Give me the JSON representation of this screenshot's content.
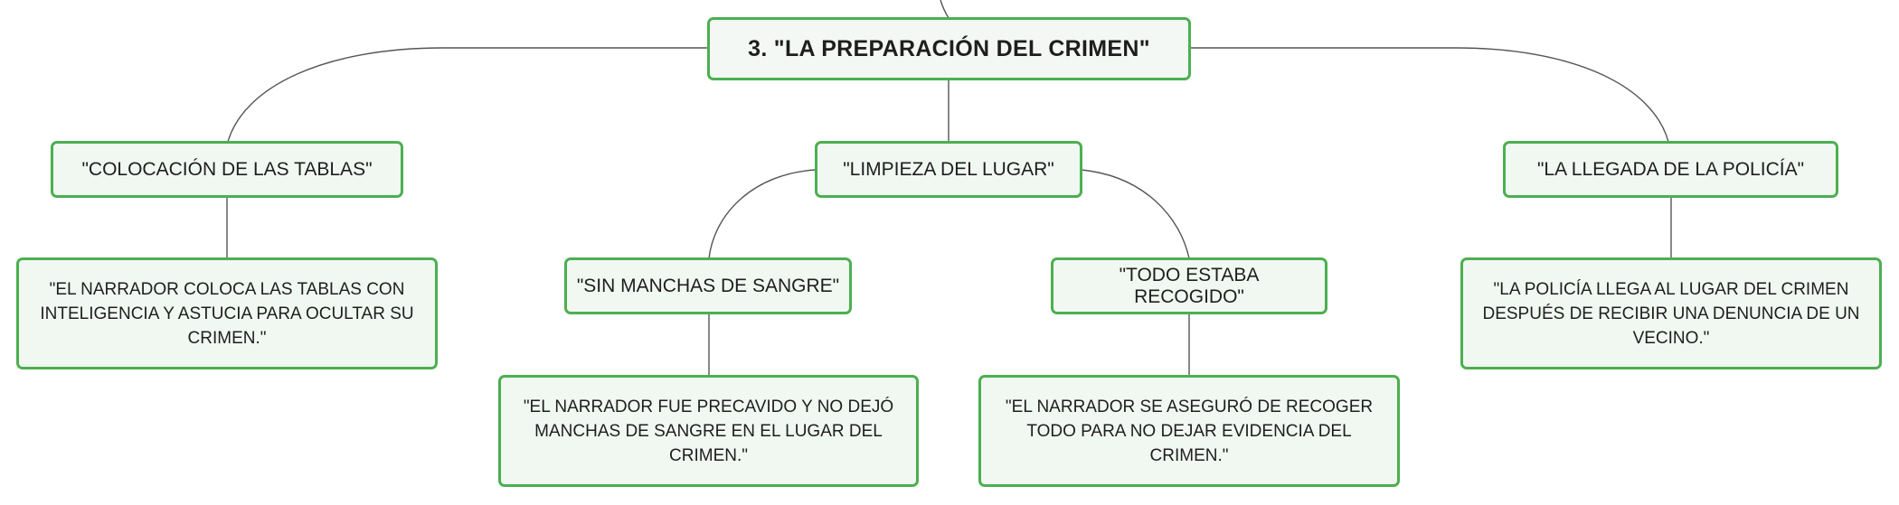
{
  "root": {
    "title": "3. \"LA PREPARACIÓN DEL CRIMEN\""
  },
  "topics": [
    {
      "label": "\"COLOCACIÓN DE LAS TABLAS\"",
      "details": [
        "\"EL NARRADOR COLOCA LAS TABLAS CON INTELIGENCIA Y ASTUCIA PARA OCULTAR SU CRIMEN.\""
      ]
    },
    {
      "label": "\"LIMPIEZA DEL LUGAR\"",
      "subtopics": [
        {
          "label": "\"SIN MANCHAS DE SANGRE\"",
          "detail": "\"EL NARRADOR FUE PRECAVIDO Y NO DEJÓ MANCHAS DE SANGRE EN EL LUGAR DEL CRIMEN.\""
        },
        {
          "label": "\"TODO ESTABA RECOGIDO\"",
          "detail": "\"EL NARRADOR SE ASEGURÓ DE RECOGER TODO PARA NO DEJAR EVIDENCIA DEL CRIMEN.\""
        }
      ]
    },
    {
      "label": "\"LA LLEGADA DE LA POLICÍA\"",
      "details": [
        "\"LA POLICÍA LLEGA AL LUGAR DEL CRIMEN DESPUÉS DE RECIBIR UNA DENUNCIA DE UN VECINO.\""
      ]
    }
  ],
  "colors": {
    "node_border": "#4caf50",
    "node_fill": "#f1f8f2",
    "connector": "#555555",
    "text": "#1e1e1e"
  }
}
